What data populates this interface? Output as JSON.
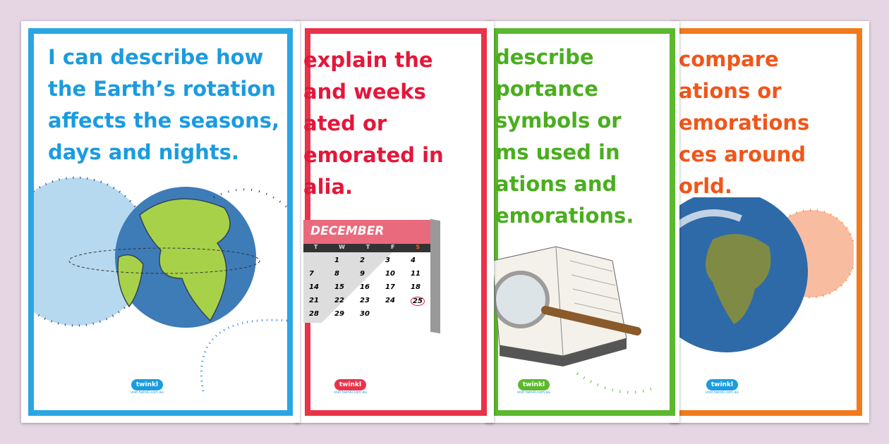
{
  "posters": [
    {
      "lines": [
        "I can describe how",
        "the Earth’s rotation",
        "affects the seasons,",
        "days and nights."
      ],
      "color": "#1b9be0",
      "border": "#2aa6e3"
    },
    {
      "lines": [
        "explain the",
        "and weeks",
        "ated or",
        "emorated in",
        "alia."
      ],
      "color": "#e4173a",
      "border": "#e8334a",
      "calendar": {
        "month": "DECEMBER",
        "days": [
          "T",
          "W",
          "T",
          "F",
          "S"
        ],
        "rows": [
          [
            "",
            "1",
            "2",
            "3",
            "4"
          ],
          [
            "7",
            "8",
            "9",
            "10",
            "11"
          ],
          [
            "14",
            "15",
            "16",
            "17",
            "18"
          ],
          [
            "21",
            "22",
            "23",
            "24",
            "25"
          ],
          [
            "28",
            "29",
            "30",
            "",
            ""
          ]
        ]
      }
    },
    {
      "lines": [
        "describe",
        "portance",
        "symbols or",
        "ms used in",
        "ations and",
        "emorations."
      ],
      "color": "#4aae1f",
      "border": "#5cb82e"
    },
    {
      "lines": [
        "compare",
        "ations or",
        "emorations",
        "ces around",
        "orld."
      ],
      "color": "#f0561a",
      "border": "#f07a1c"
    }
  ],
  "logo": {
    "brand": "twinkl",
    "url": "visit twinkl.com.au"
  }
}
